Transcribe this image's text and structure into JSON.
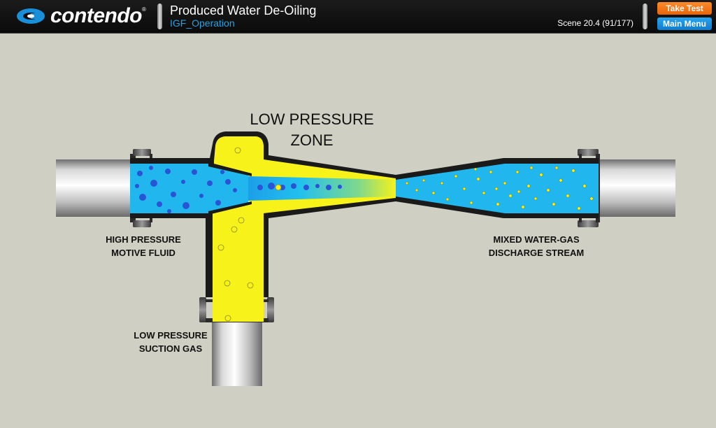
{
  "header": {
    "logo_text": "contendo",
    "title": "Produced Water De-Oiling",
    "subtitle": "IGF_Operation",
    "scene": "Scene 20.4 (91/177)",
    "take_test_label": "Take Test",
    "main_menu_label": "Main Menu",
    "colors": {
      "take_test": "#f07a1a",
      "main_menu": "#1a92df",
      "subtitle": "#2b9fe0"
    }
  },
  "diagram": {
    "zone_line1": "LOW PRESSURE",
    "zone_line2": "ZONE",
    "motive_line1": "HIGH PRESSURE",
    "motive_line2": "MOTIVE FLUID",
    "discharge_line1": "MIXED WATER-GAS",
    "discharge_line2": "DISCHARGE STREAM",
    "suction_line1": "LOW PRESSURE",
    "suction_line2": "SUCTION GAS",
    "colors": {
      "water": "#22b6ef",
      "gas": "#f7f21a",
      "oil_drops": "#2a54d6",
      "background": "#cfcfc3"
    }
  }
}
